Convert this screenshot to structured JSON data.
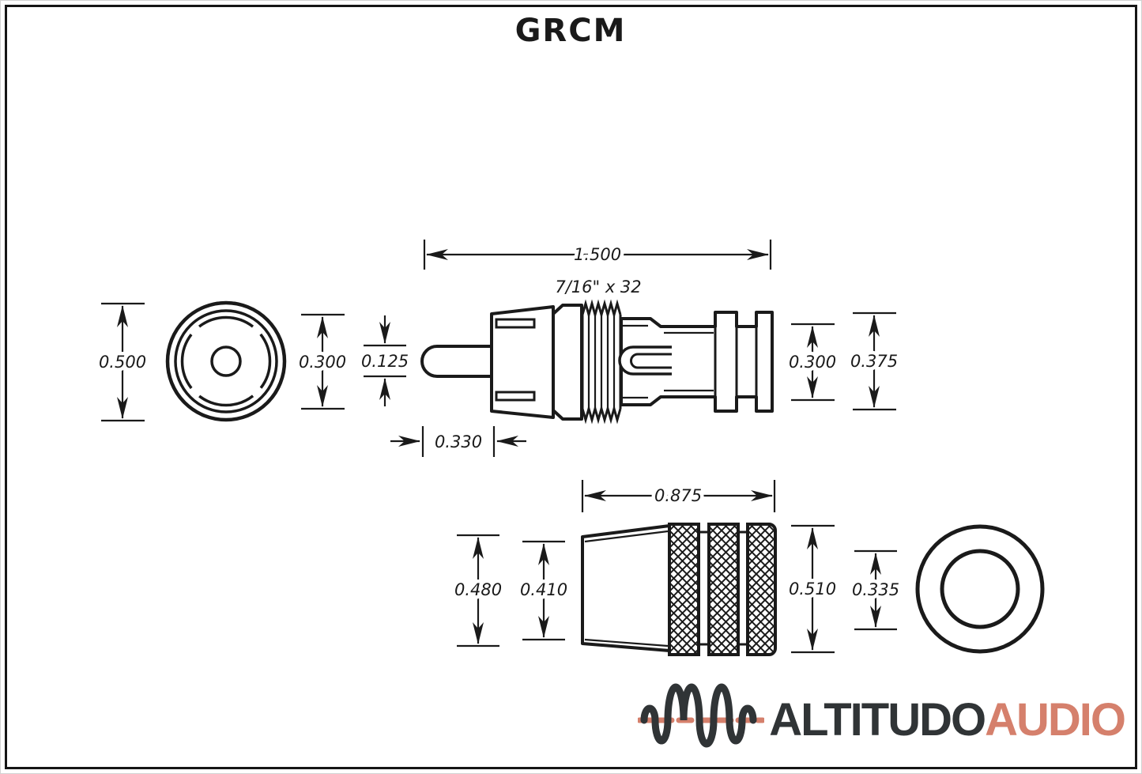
{
  "title": "GRCM",
  "dimensions": {
    "top_view": {
      "overall_length": "1.500",
      "thread_spec": "7/16\" x 32",
      "front_outer_diameter": "0.500",
      "front_ring_diameter": "0.300",
      "pin_diameter": "0.125",
      "pin_length": "0.330",
      "body_inner_diameter": "0.300",
      "body_outer_diameter": "0.375"
    },
    "bottom_view": {
      "shell_length": "0.875",
      "boot_large_diameter": "0.480",
      "boot_small_diameter": "0.410",
      "knurl_diameter": "0.510",
      "rear_opening_diameter": "0.335"
    }
  },
  "logo": {
    "brand_part1": "ALTITUDO",
    "brand_part2": "AUDIO"
  },
  "colors": {
    "ink": "#1A1A1A",
    "background": "#FFFFFF",
    "logo_dark": "#303436",
    "logo_accent": "#D5806C"
  }
}
